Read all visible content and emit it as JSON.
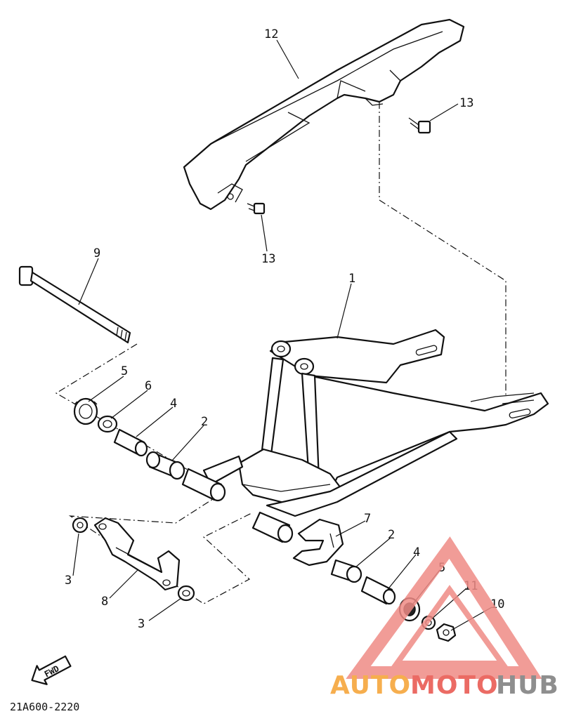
{
  "diagram_code": "21A600-2220",
  "fwd_label": "FWD",
  "watermark": {
    "part_orange": "AUTO",
    "part_red": "MOTO",
    "part_gray": "HUB",
    "color_orange": "#f5a030",
    "color_red": "#e8524a",
    "color_gray": "#7b7b7b"
  },
  "callouts": {
    "c12": "12",
    "c13a": "13",
    "c13b": "13",
    "c9": "9",
    "c1": "1",
    "c5a": "5",
    "c6": "6",
    "c4a": "4",
    "c2a": "2",
    "c3a": "3",
    "c8": "8",
    "c3b": "3",
    "c7": "7",
    "c2b": "2",
    "c4b": "4",
    "c5b": "5",
    "c11": "11",
    "c10": "10"
  }
}
